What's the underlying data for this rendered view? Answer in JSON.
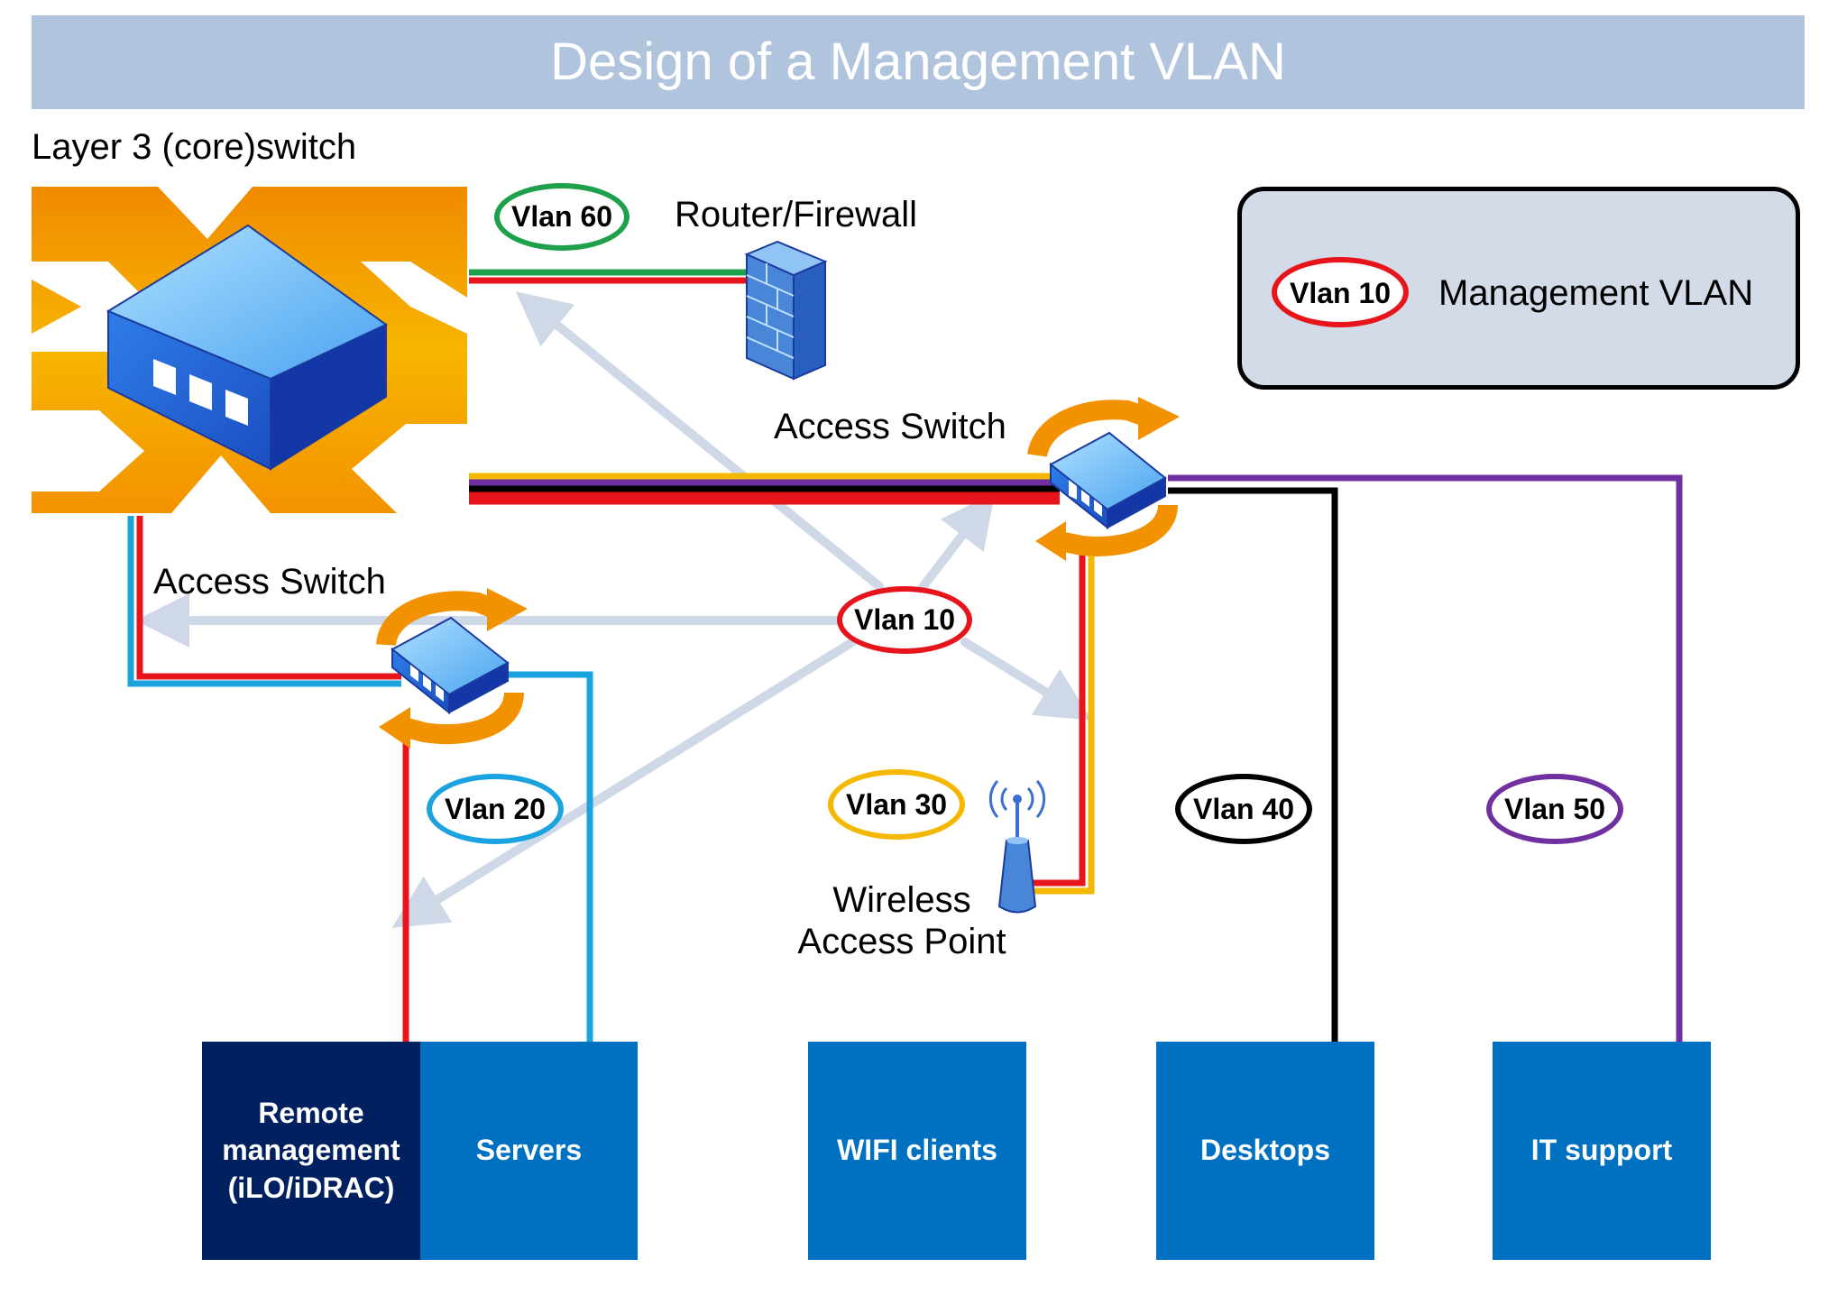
{
  "title": "Design of a Management VLAN",
  "labels": {
    "core_switch": "Layer 3 (core)switch",
    "router": "Router/Firewall",
    "access_switch_right": "Access Switch",
    "access_switch_left": "Access Switch",
    "wireless_line1": "Wireless",
    "wireless_line2": "Access Point"
  },
  "legend": {
    "pill": "Vlan 10",
    "text": "Management VLAN"
  },
  "vlans": {
    "v60": "Vlan 60",
    "v10": "Vlan 10",
    "v20": "Vlan 20",
    "v30": "Vlan 30",
    "v40": "Vlan 40",
    "v50": "Vlan 50"
  },
  "blocks": {
    "remote": "Remote management (iLO/iDRAC)",
    "servers": "Servers",
    "wifi": "WIFI clients",
    "desktops": "Desktops",
    "it": "IT support"
  },
  "colors": {
    "management": "#e8141c",
    "vlan20": "#1aa3df",
    "vlan30": "#f5b800",
    "vlan40": "#000000",
    "vlan50": "#7030a0",
    "vlan60": "#1fa04a",
    "block_blue": "#0070c0",
    "block_navy": "#002060",
    "arrow": "#cfd8e6"
  },
  "icons": [
    "core-switch-icon",
    "firewall-icon",
    "access-switch-icon",
    "wireless-access-point-icon"
  ]
}
